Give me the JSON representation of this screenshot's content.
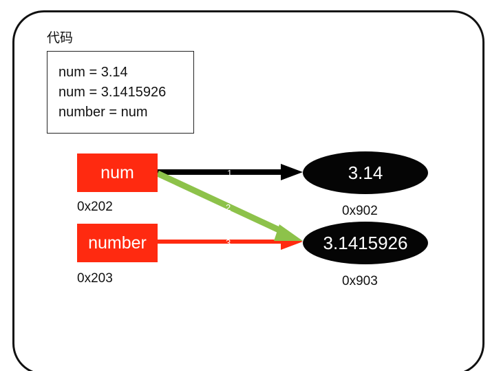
{
  "section_title": "代码",
  "code_lines": [
    "num = 3.14",
    "num = 3.1415926",
    "number = num"
  ],
  "variables": [
    {
      "name": "num",
      "address": "0x202"
    },
    {
      "name": "number",
      "address": "0x203"
    }
  ],
  "values": [
    {
      "value": "3.14",
      "address": "0x902"
    },
    {
      "value": "3.1415926",
      "address": "0x903"
    }
  ],
  "arrows": [
    {
      "label": "1",
      "from": "num",
      "to": "3.14",
      "color": "#000000"
    },
    {
      "label": "2",
      "from": "num",
      "to": "3.1415926",
      "color": "#8dc24a"
    },
    {
      "label": "3",
      "from": "number",
      "to": "3.1415926",
      "color": "#ff2a10"
    }
  ],
  "colors": {
    "variable_box": "#ff2a10",
    "value_ellipse": "#050505",
    "arrow_black": "#000000",
    "arrow_green": "#8dc24a",
    "arrow_red": "#ff2a10"
  }
}
